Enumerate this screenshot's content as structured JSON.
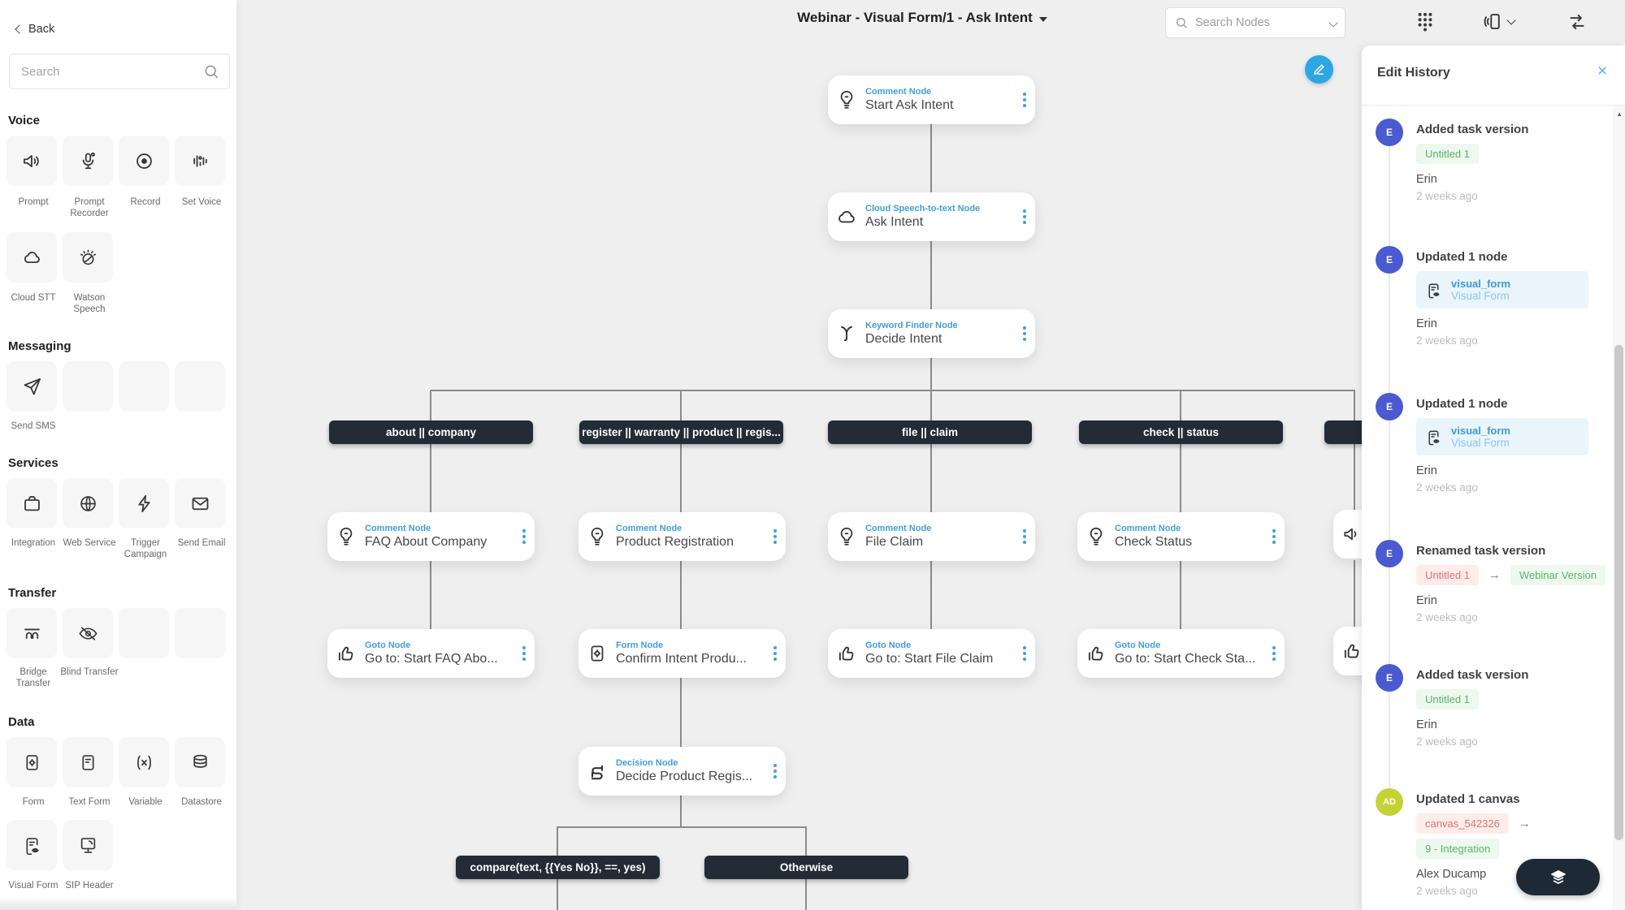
{
  "sidebar": {
    "back_label": "Back",
    "search_placeholder": "Search",
    "sections": [
      {
        "title": "Voice",
        "items": [
          {
            "label": "Prompt",
            "icon": "speaker-icon"
          },
          {
            "label": "Prompt Recorder",
            "icon": "microphone-icon"
          },
          {
            "label": "Record",
            "icon": "record-icon"
          },
          {
            "label": "Set Voice",
            "icon": "voice-wave-icon"
          },
          {
            "label": "Cloud STT",
            "icon": "cloud-icon"
          },
          {
            "label": "Watson Speech",
            "icon": "watson-sparkle-icon"
          }
        ]
      },
      {
        "title": "Messaging",
        "items": [
          {
            "label": "Send SMS",
            "icon": "send-plane-icon"
          }
        ]
      },
      {
        "title": "Services",
        "items": [
          {
            "label": "Integration",
            "icon": "integration-case-icon"
          },
          {
            "label": "Web Service",
            "icon": "globe-icon"
          },
          {
            "label": "Trigger Campaign",
            "icon": "lightning-icon"
          },
          {
            "label": "Send Email",
            "icon": "envelope-icon"
          }
        ]
      },
      {
        "title": "Transfer",
        "items": [
          {
            "label": "Bridge Transfer",
            "icon": "bridge-icon"
          },
          {
            "label": "Blind Transfer",
            "icon": "eye-off-icon"
          }
        ]
      },
      {
        "title": "Data",
        "items": [
          {
            "label": "Form",
            "icon": "form-gear-icon"
          },
          {
            "label": "Text Form",
            "icon": "text-form-icon"
          },
          {
            "label": "Variable",
            "icon": "variable-icon"
          },
          {
            "label": "Datastore",
            "icon": "datastore-icon"
          },
          {
            "label": "Visual Form",
            "icon": "visual-form-icon"
          },
          {
            "label": "SIP Header",
            "icon": "sip-header-icon"
          }
        ]
      }
    ]
  },
  "header": {
    "title": "Webinar - Visual Form/1 - Ask Intent",
    "search_placeholder": "Search Nodes"
  },
  "canvas": {
    "nodes": [
      {
        "type": "Comment Node",
        "title": "Start Ask Intent",
        "icon": "bulb-icon"
      },
      {
        "type": "Cloud Speech-to-text Node",
        "title": "Ask Intent",
        "icon": "cloud-icon"
      },
      {
        "type": "Keyword Finder Node",
        "title": "Decide Intent",
        "icon": "keyword-finder-icon"
      },
      {
        "type": "Comment Node",
        "title": "FAQ About Company",
        "icon": "bulb-icon"
      },
      {
        "type": "Comment Node",
        "title": "Product Registration",
        "icon": "bulb-icon"
      },
      {
        "type": "Comment Node",
        "title": "File Claim",
        "icon": "bulb-icon"
      },
      {
        "type": "Comment Node",
        "title": "Check Status",
        "icon": "bulb-icon"
      },
      {
        "type": "Goto Node",
        "title": "Go to: Start FAQ Abo...",
        "icon": "goto-hand-icon"
      },
      {
        "type": "Form Node",
        "title": "Confirm Intent Produ...",
        "icon": "form-gear-icon"
      },
      {
        "type": "Goto Node",
        "title": "Go to: Start File Claim",
        "icon": "goto-hand-icon"
      },
      {
        "type": "Goto Node",
        "title": "Go to: Start Check Sta...",
        "icon": "goto-hand-icon"
      },
      {
        "type": "Decision Node",
        "title": "Decide Product Regis...",
        "icon": "decision-route-icon"
      }
    ],
    "branch_labels": [
      "about || company",
      "register || warranty || product || regis...",
      "file || claim",
      "check || status"
    ],
    "condition_labels": [
      "compare(text, {{Yes No}}, ==, yes)",
      "Otherwise"
    ]
  },
  "edit_history": {
    "title": "Edit History",
    "entries": [
      {
        "avatar": "E",
        "action": "Added task version",
        "badge": "Untitled 1",
        "user": "Erin",
        "time": "2 weeks ago"
      },
      {
        "avatar": "E",
        "action": "Updated 1 node",
        "node_ref": {
          "name": "visual_form",
          "label": "Visual Form"
        },
        "user": "Erin",
        "time": "2 weeks ago"
      },
      {
        "avatar": "E",
        "action": "Updated 1 node",
        "node_ref": {
          "name": "visual_form",
          "label": "Visual Form"
        },
        "user": "Erin",
        "time": "2 weeks ago"
      },
      {
        "avatar": "E",
        "action": "Renamed task version",
        "badge_from": "Untitled 1",
        "badge_to": "Webinar Version",
        "user": "Erin",
        "time": "2 weeks ago"
      },
      {
        "avatar": "E",
        "action": "Added task version",
        "badge": "Untitled 1",
        "user": "Erin",
        "time": "2 weeks ago"
      },
      {
        "avatar": "AD",
        "action": "Updated 1 canvas",
        "badge_from": "canvas_542326",
        "badge_to": "9 - Integration",
        "user": "Alex Ducamp",
        "time": "2 weeks ago"
      }
    ]
  },
  "colors": {
    "accent_blue": "#3f9fd8",
    "pill_dark": "#222b36",
    "avatar_indigo": "#4a5ad1",
    "avatar_yellow": "#c5d234",
    "badge_green_text": "#5ab469",
    "badge_red_text": "#e2736c",
    "edit_fab": "#2da7e4"
  }
}
